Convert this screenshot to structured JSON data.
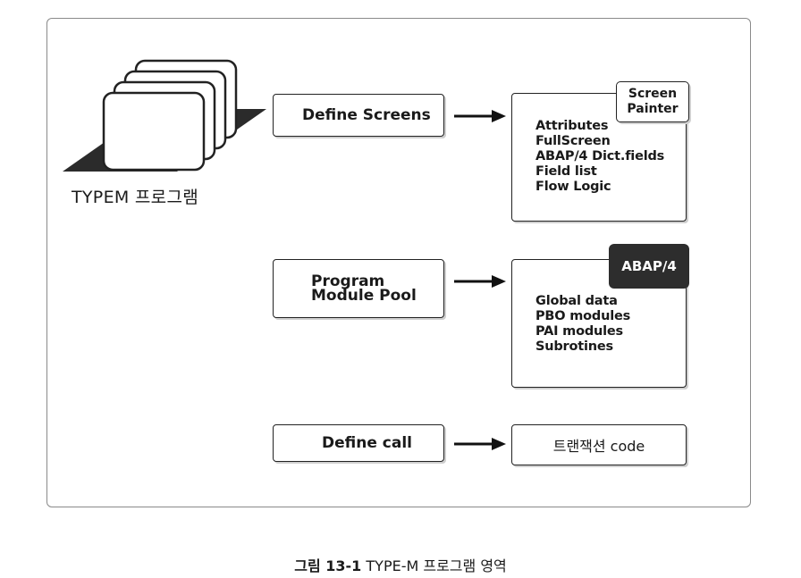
{
  "program_label": "TYPEM 프로그램",
  "steps": [
    {
      "label": "Define Screens",
      "tag": "Screen Painter",
      "tag_style": "light",
      "items": [
        "Attributes",
        "FullScreen",
        "ABAP/4 Dict.fields",
        "Field list",
        "Flow Logic"
      ]
    },
    {
      "label": "Program Module Pool",
      "label_lines": [
        "Program",
        "Module Pool"
      ],
      "tag": "ABAP/4",
      "tag_style": "dark",
      "items": [
        "Global data",
        "PBO modules",
        "PAI modules",
        "Subrotines"
      ]
    },
    {
      "label": "Define call",
      "result": "트랜잭션 code"
    }
  ],
  "tag_lines": [
    "Screen",
    "Painter"
  ],
  "caption": {
    "number": "그림 13-1",
    "text": "TYPE-M 프로그램 영역"
  }
}
